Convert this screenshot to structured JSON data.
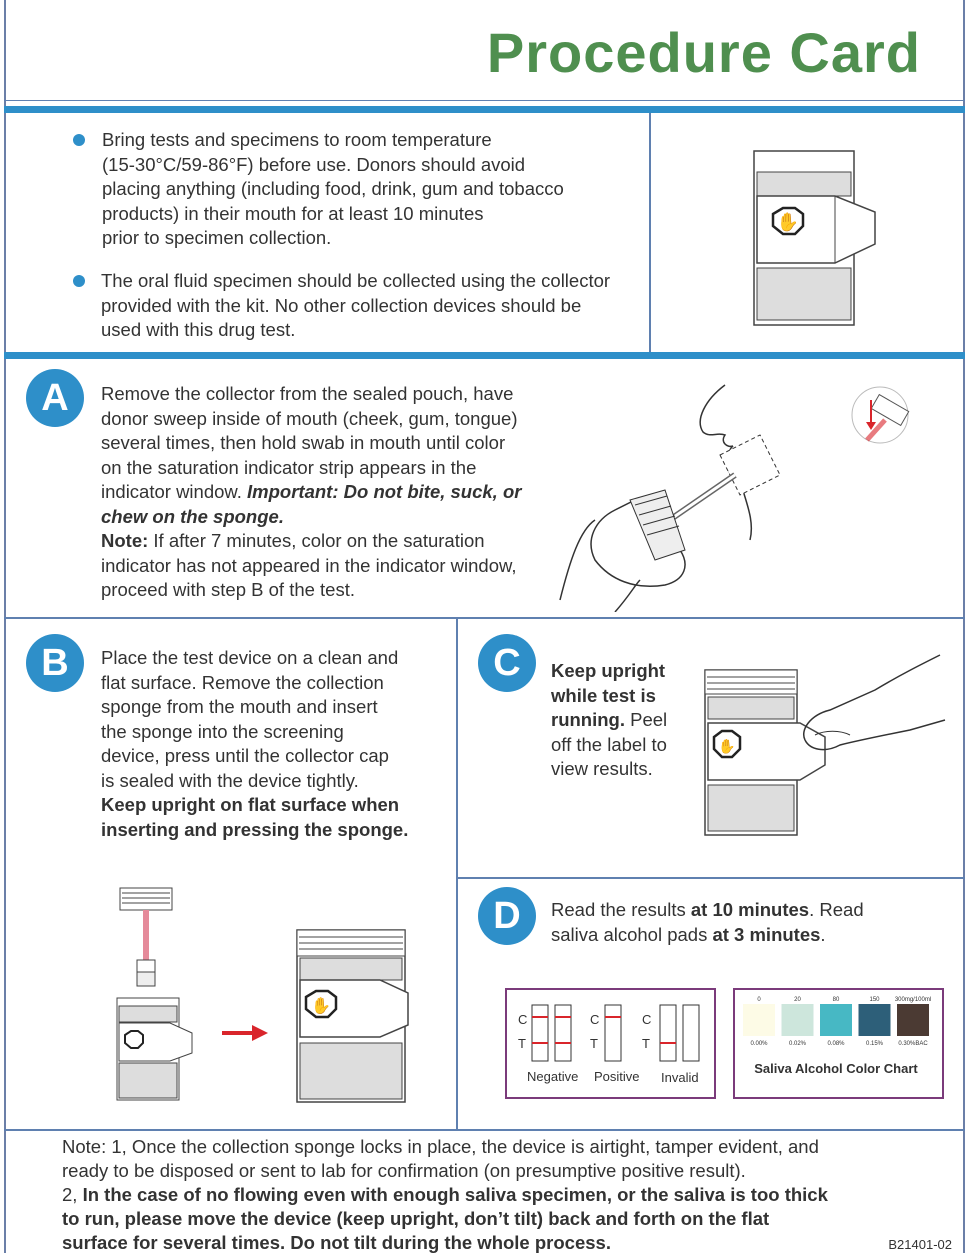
{
  "title": "Procedure Card",
  "intro": {
    "bullet1": [
      "Bring tests and specimens to room temperature",
      "(15-30°C/59-86°F) before use. Donors should avoid",
      "placing anything (including food, drink, gum and tobacco",
      "products) in their mouth for at least 10 minutes",
      "prior to specimen collection."
    ],
    "bullet2": [
      "The oral fluid specimen should be collected using the collector",
      "provided with the kit. No other collection devices should be",
      "used with this drug test."
    ]
  },
  "step_a": {
    "letter": "A",
    "lines": [
      "Remove the collector from the sealed pouch, have",
      "donor sweep inside of mouth (cheek, gum, tongue)",
      "several times, then hold swab in mouth until color",
      "on the saturation indicator strip appears in the"
    ],
    "line5_plain": "indicator window. ",
    "important_label": "Important",
    "important_text": ": Do not bite, suck, or",
    "important_line2": "chew on the sponge.",
    "note_label": "Note:",
    "note_lines": [
      " If after 7 minutes, color on the saturation",
      "indicator has not appeared in the indicator window,",
      "proceed with step B of the test."
    ]
  },
  "step_b": {
    "letter": "B",
    "lines": [
      "Place the test device on a clean and",
      "flat surface. Remove the collection",
      "sponge from the mouth and insert",
      "the sponge into the screening",
      "device, press until the collector cap",
      "is sealed with the device tightly."
    ],
    "bold_lines": [
      "Keep upright on flat surface when",
      "inserting and pressing the sponge."
    ]
  },
  "step_c": {
    "letter": "C",
    "bold_lines": [
      "Keep upright",
      "while test is",
      "running."
    ],
    "tail": " Peel",
    "lines": [
      "off the label to",
      "view results."
    ]
  },
  "step_d": {
    "letter": "D",
    "line1_plain": "Read the results ",
    "line1_bold": "at 10 minutes",
    "line1_tail": ". Read",
    "line2_plain": "saliva alcohol pads ",
    "line2_bold": "at 3 minutes",
    "line2_tail": "."
  },
  "results_box": {
    "c_label": "C",
    "t_label": "T",
    "labels": [
      "Negative",
      "Positive",
      "Invalid"
    ]
  },
  "alcohol_chart": {
    "title": "Saliva Alcohol Color Chart",
    "top_labels": [
      "0",
      "20",
      "80",
      "150",
      "300mg/100ml"
    ],
    "bottom_labels": [
      "0.00%",
      "0.02%",
      "0.08%",
      "0.15%",
      "0.30%BAC"
    ],
    "colors": [
      "#fdfbe6",
      "#cde6dc",
      "#47b8c4",
      "#2d5f79",
      "#4b3a33"
    ]
  },
  "footer": {
    "note1": [
      "Note: 1, Once the collection sponge locks in place, the device is airtight, tamper evident, and",
      "ready to be disposed or sent to lab for confirmation (on presumptive positive result)."
    ],
    "note2_prefix": "2, ",
    "note2_bold": [
      "In the case of no flowing even with enough saliva specimen, or the saliva is too thick",
      "to run, please move the device (keep upright, don’t tilt)  back and forth on the flat",
      "surface for several times. Do not tilt during the whole process."
    ],
    "code": "B21401-02"
  },
  "colors": {
    "accent_blue": "#2e8fc9",
    "title_green": "#4f8f4f",
    "line_blue": "#5f80b0",
    "red": "#d9252b"
  }
}
